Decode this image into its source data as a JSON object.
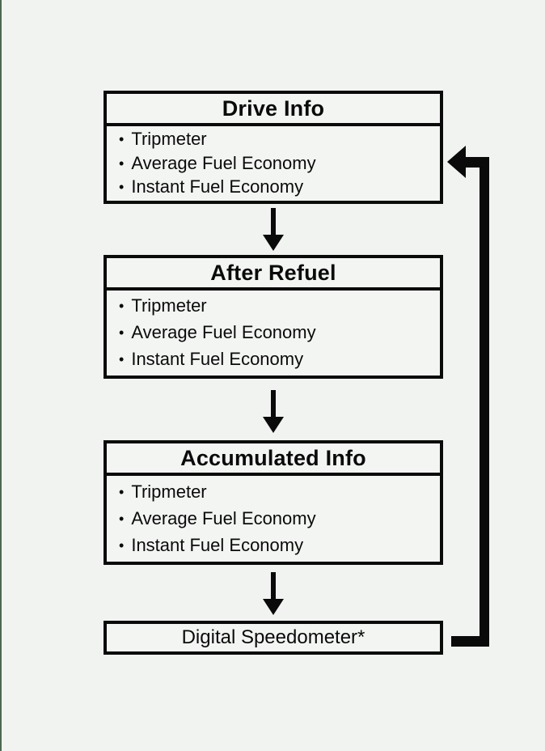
{
  "colors": {
    "background": "#f1f3f1",
    "line": "#0a0a0a",
    "box_fill": "#f3f5f3",
    "accent_left_edge": "#4b6a50"
  },
  "icons": {
    "flow_step": "down-arrow",
    "loop_back": "left-arrow-elbow"
  },
  "diagram": {
    "boxes": [
      {
        "title": "Drive Info",
        "items": [
          "Tripmeter",
          "Average Fuel Economy",
          "Instant Fuel Economy"
        ]
      },
      {
        "title": "After Refuel",
        "items": [
          "Tripmeter",
          "Average Fuel Economy",
          "Instant Fuel Economy"
        ]
      },
      {
        "title": "Accumulated Info",
        "items": [
          "Tripmeter",
          "Average Fuel Economy",
          "Instant Fuel Economy"
        ]
      }
    ],
    "end_box_label": "Digital Speedometer*"
  }
}
